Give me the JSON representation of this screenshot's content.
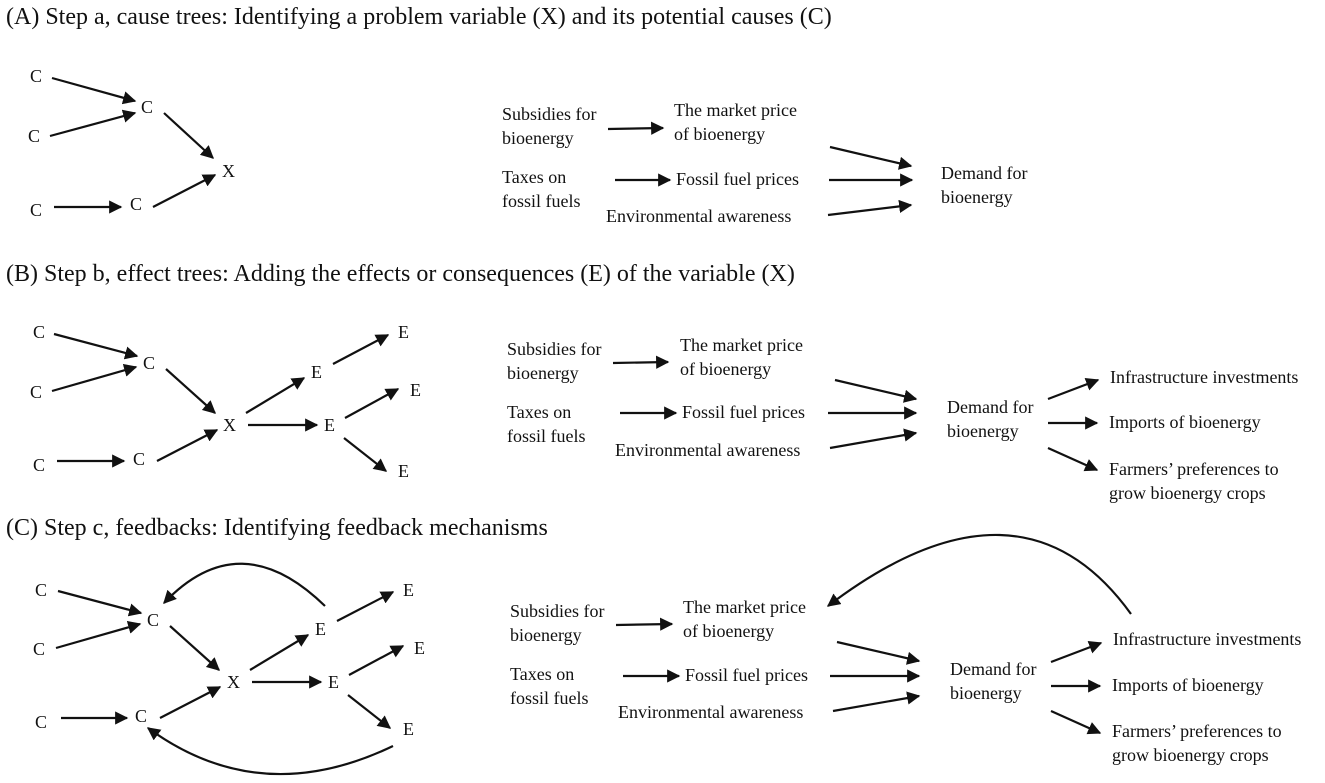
{
  "panels": {
    "a": {
      "title": "(A) Step a, cause trees: Identifying a problem variable (X) and its potential causes (C)"
    },
    "b": {
      "title": "(B) Step b, effect trees: Adding the effects or consequences (E) of the variable (X)"
    },
    "c": {
      "title": "(C) Step c, feedbacks: Identifying feedback mechanisms"
    }
  },
  "symbols": {
    "cause": "C",
    "problem": "X",
    "effect": "E"
  },
  "labels": {
    "subsidies_1": "Subsidies for",
    "subsidies_2": "bioenergy",
    "market_1": "The market price",
    "market_2": "of bioenergy",
    "taxes_1": "Taxes on",
    "taxes_2": "fossil fuels",
    "fossil_prices": "Fossil fuel prices",
    "env_awareness": "Environmental awareness",
    "demand_1": "Demand for",
    "demand_2": "bioenergy",
    "infrastructure": "Infrastructure investments",
    "imports": "Imports of bioenergy",
    "farmers_1": "Farmers’ preferences to",
    "farmers_2": "grow bioenergy crops"
  }
}
